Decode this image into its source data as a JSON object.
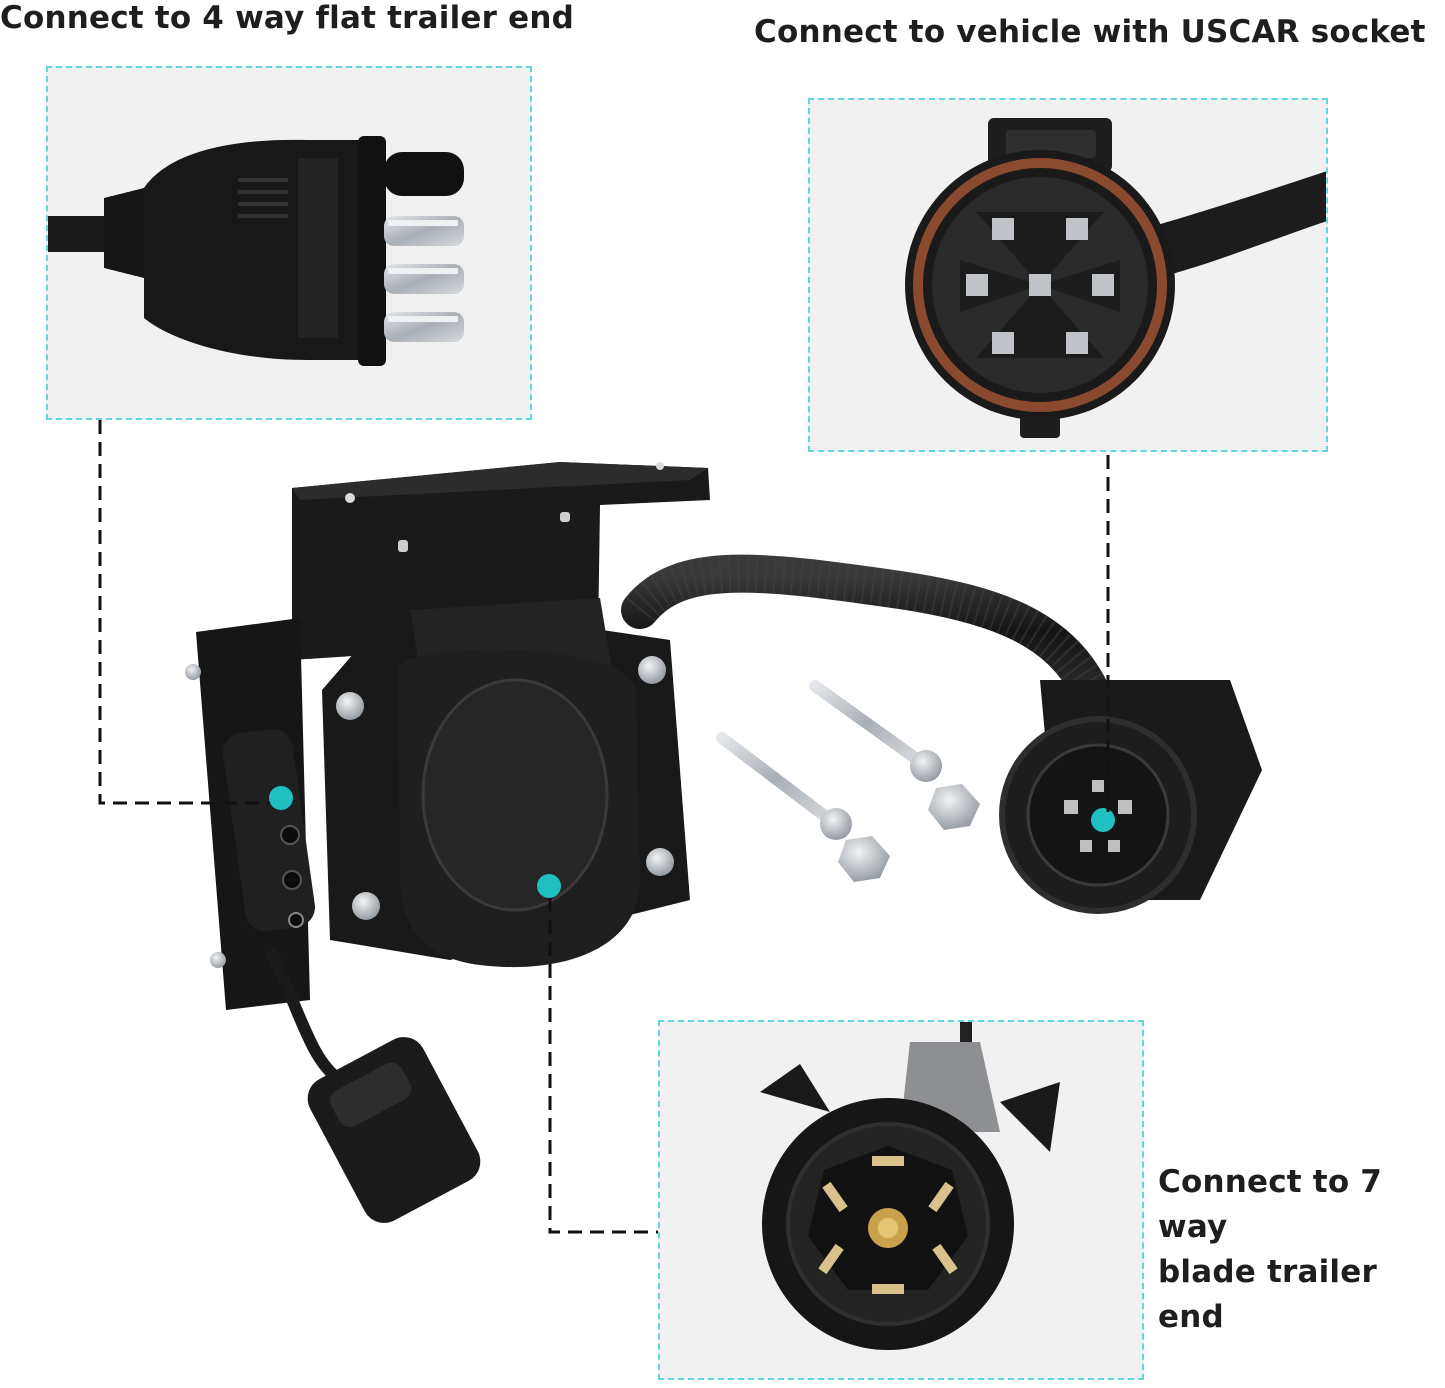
{
  "labels": {
    "four_way": "Connect to 4 way flat trailer end",
    "uscar": "Connect to vehicle with USCAR socket",
    "seven_way_line1": "Connect to 7 way",
    "seven_way_line2": "blade trailer end"
  },
  "colors": {
    "accent_teal": "#1fbfc2",
    "inset_border": "#62d6dc",
    "inset_bg": "#f1f1f1",
    "plastic_black": "#141414",
    "metal": "#b9bec4",
    "copper": "#8a4a30"
  }
}
